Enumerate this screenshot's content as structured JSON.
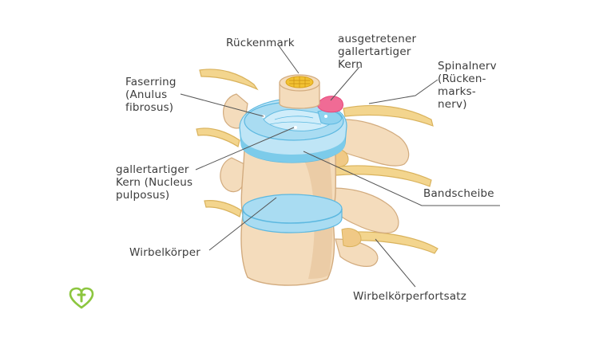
{
  "labels": {
    "rueckenmark": "Rückenmark",
    "ausgetretener_kern": "ausgetretener\ngallertartiger\nKern",
    "spinalnerv": "Spinalnerv\n(Rücken-\nmarks-\nnerv)",
    "faserring": "Faserring\n(Anulus\nfibrosus)",
    "gallertartiger_kern": "gallertartiger\nKern (Nucleus\npulposus)",
    "bandscheibe": "Bandscheibe",
    "wirbelkoerper": "Wirbelkörper",
    "wirbelkoerperfortsatz": "Wirbelkörperfortsatz"
  },
  "colors": {
    "bone": "#f4dcbc",
    "bone_dark": "#e3c196",
    "disc": "#a9dcf2",
    "disc_dark": "#5cb8e0",
    "nerve": "#f3d58e",
    "nerve_dark": "#d9b25c",
    "herniation": "#e8467a",
    "spinal_cord": "#f2c233",
    "leader": "#555555",
    "logo": "#8cc63f"
  },
  "icons": {
    "logo": "heart-cross-icon"
  }
}
